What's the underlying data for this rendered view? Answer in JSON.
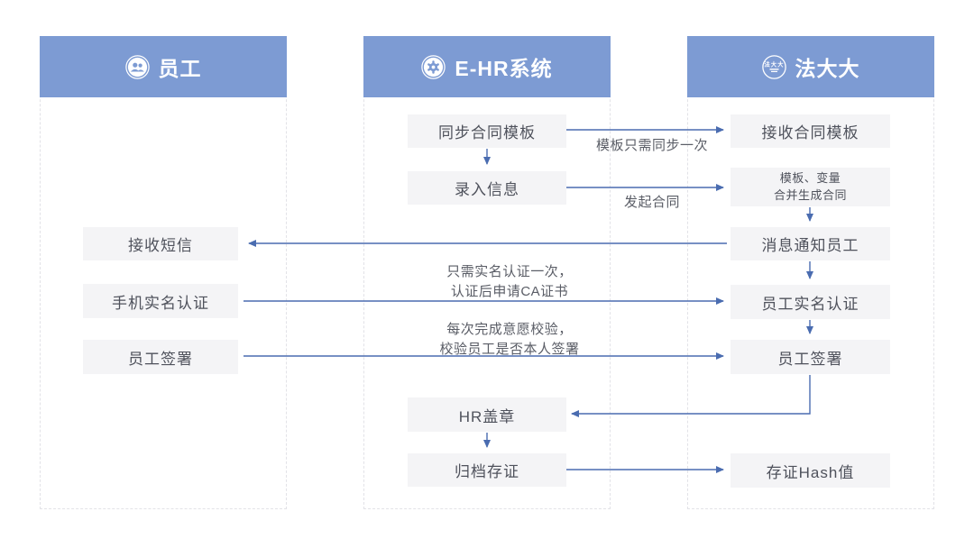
{
  "colors": {
    "header_bg": "#7d9bd3",
    "header_text": "#ffffff",
    "node_bg": "#f4f4f6",
    "node_text": "#4f525c",
    "note_text": "#5a5d66",
    "arrow": "#4a6cb0",
    "lane_border": "#e2e2e7"
  },
  "lanes": [
    {
      "title": "员工",
      "icon": "users-icon"
    },
    {
      "title": "E-HR系统",
      "icon": "gear-icon"
    },
    {
      "title": "法大大",
      "icon": "fadada-logo-icon"
    }
  ],
  "logo_text": "法大大",
  "nodes": {
    "sync_template": "同步合同模板",
    "enter_info": "录入信息",
    "hr_stamp": "HR盖章",
    "archive": "归档存证",
    "receive_template": "接收合同模板",
    "merge_line1": "模板、变量",
    "merge_line2": "合并生成合同",
    "notify_employee": "消息通知员工",
    "employee_auth": "员工实名认证",
    "employee_sign_right": "员工签署",
    "hash_value": "存证Hash值",
    "receive_sms": "接收短信",
    "mobile_auth": "手机实名认证",
    "employee_sign_left": "员工签署"
  },
  "edge_labels": {
    "sync_once": "模板只需同步一次",
    "initiate_contract": "发起合同",
    "auth_note_line1": "只需实名认证一次，",
    "auth_note_line2": "认证后申请CA证书",
    "verify_note_line1": "每次完成意愿校验，",
    "verify_note_line2": "校验员工是否本人签署"
  }
}
